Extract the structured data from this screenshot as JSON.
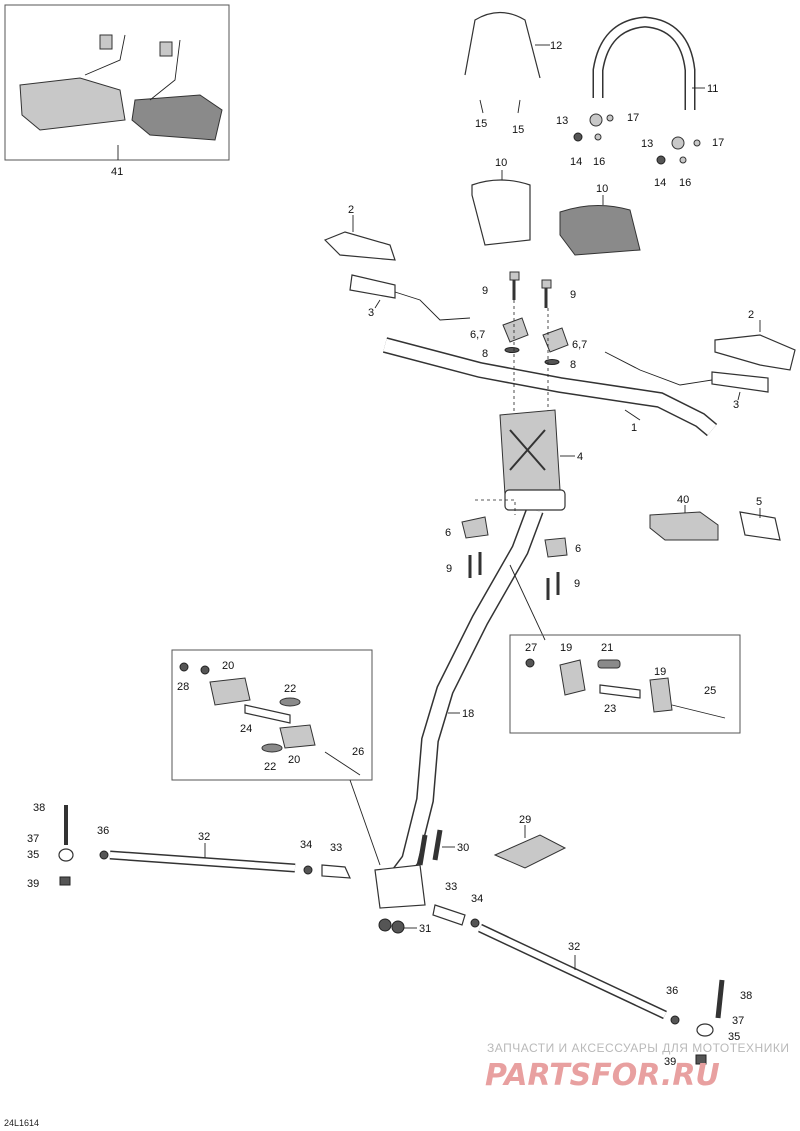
{
  "diagram_code": "24L1614",
  "watermark": {
    "caption": "ЗАПЧАСТИ И АКСЕССУАРЫ ДЛЯ МОТОТЕХНИКИ",
    "brand": "PARTSFOR.RU"
  },
  "callouts": [
    "1",
    "2",
    "2",
    "3",
    "3",
    "4",
    "5",
    "6",
    "6",
    "6,7",
    "6,7",
    "8",
    "8",
    "9",
    "9",
    "9",
    "9",
    "10",
    "10",
    "11",
    "12",
    "13",
    "13",
    "14",
    "14",
    "15",
    "15",
    "16",
    "16",
    "17",
    "17",
    "18",
    "19",
    "19",
    "20",
    "20",
    "21",
    "22",
    "22",
    "23",
    "24",
    "25",
    "26",
    "27",
    "28",
    "29",
    "30",
    "31",
    "32",
    "32",
    "33",
    "33",
    "34",
    "34",
    "35",
    "35",
    "36",
    "36",
    "37",
    "37",
    "38",
    "38",
    "39",
    "39",
    "40",
    "41"
  ]
}
